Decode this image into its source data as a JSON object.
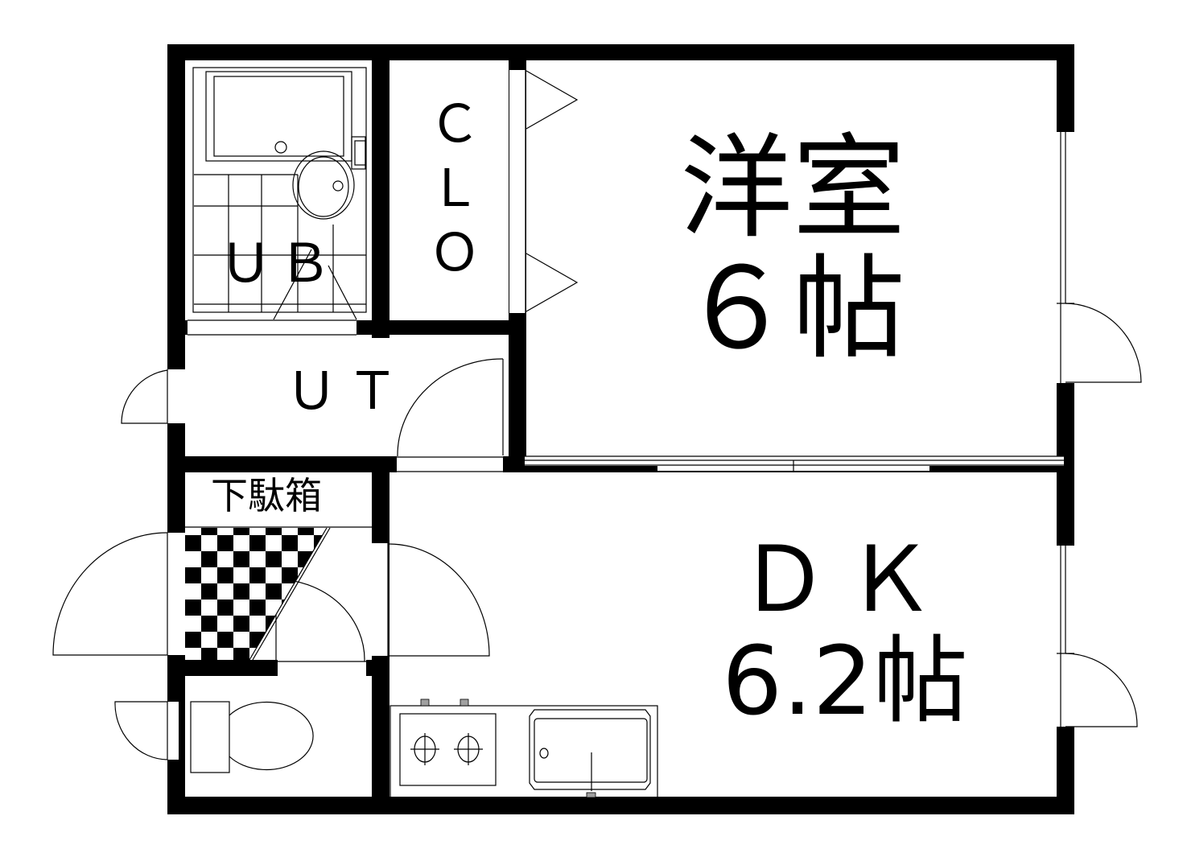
{
  "floorplan": {
    "rooms": {
      "unit_bath": {
        "label": "ＵＢ"
      },
      "closet": {
        "label_lines": [
          "Ｃ",
          "Ｌ",
          "Ｏ"
        ]
      },
      "western_room": {
        "label_line1": "洋室",
        "label_line2": "６帖"
      },
      "utility": {
        "label": "ＵＴ"
      },
      "shoe_box": {
        "label": "下駄箱"
      },
      "dining_kitchen": {
        "label_line1": "ＤＫ",
        "label_line2": "6.2帖"
      }
    },
    "colors": {
      "wall": "#000000",
      "background": "#ffffff",
      "fixture_accent": "#a0a0a0"
    }
  }
}
